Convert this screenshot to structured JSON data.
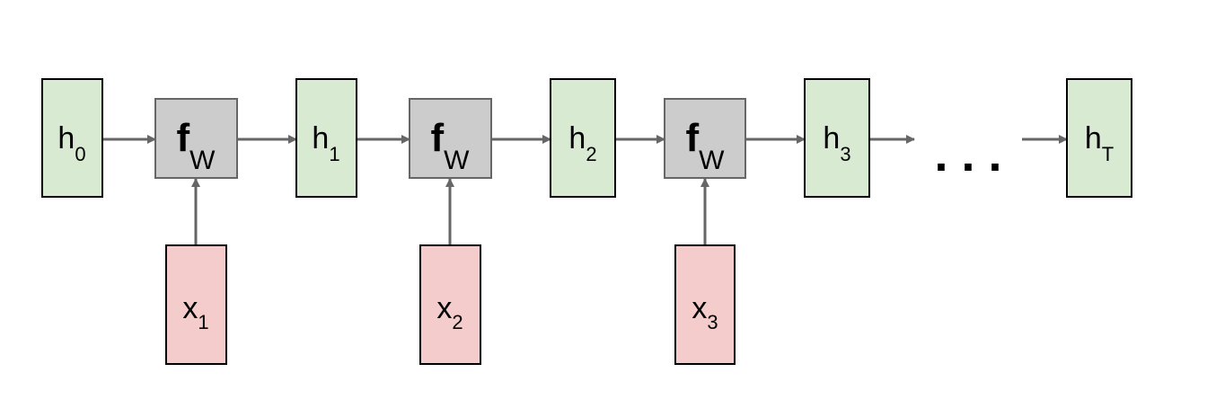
{
  "diagram": {
    "colors": {
      "hidden_fill": "#d9ead3",
      "input_fill": "#f4cccc",
      "function_fill": "#cccccc",
      "stroke": "#000000",
      "function_stroke": "#666666",
      "arrow": "#666666"
    },
    "hidden_states": [
      {
        "base": "h",
        "sub": "0"
      },
      {
        "base": "h",
        "sub": "1"
      },
      {
        "base": "h",
        "sub": "2"
      },
      {
        "base": "h",
        "sub": "3"
      },
      {
        "base": "h",
        "sub": "T"
      }
    ],
    "functions": [
      {
        "base": "f",
        "sub": "W"
      },
      {
        "base": "f",
        "sub": "W"
      },
      {
        "base": "f",
        "sub": "W"
      }
    ],
    "inputs": [
      {
        "base": "x",
        "sub": "1"
      },
      {
        "base": "x",
        "sub": "2"
      },
      {
        "base": "x",
        "sub": "3"
      }
    ],
    "ellipsis": ". . ."
  }
}
